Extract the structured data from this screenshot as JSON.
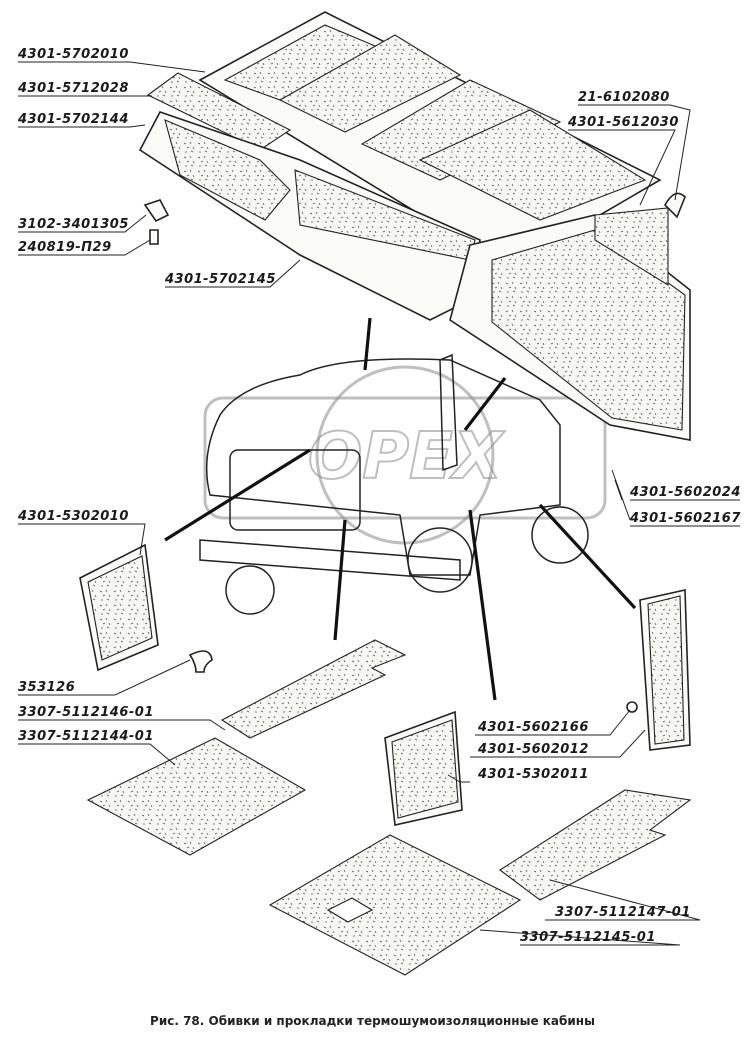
{
  "labels": {
    "l1": "4301-5702010",
    "l2": "4301-5712028",
    "l3": "4301-5702144",
    "l4": "21-6102080",
    "l5": "4301-5612030",
    "l6": "3102-3401305",
    "l7": "240819-П29",
    "l8": "4301-5702145",
    "l9": "4301-5602024",
    "l10": "4301-5602167",
    "l11": "4301-5302010",
    "l12": "353126",
    "l13": "3307-5112146-01",
    "l14": "3307-5112144-01",
    "l15": "4301-5602166",
    "l16": "4301-5602012",
    "l17": "4301-5302011",
    "l18": "3307-5112147-01",
    "l19": "3307-5112145-01"
  },
  "caption": "Рис. 78. Обивки и прокладки термошумоизоляционные кабины",
  "watermark": "OPEX"
}
